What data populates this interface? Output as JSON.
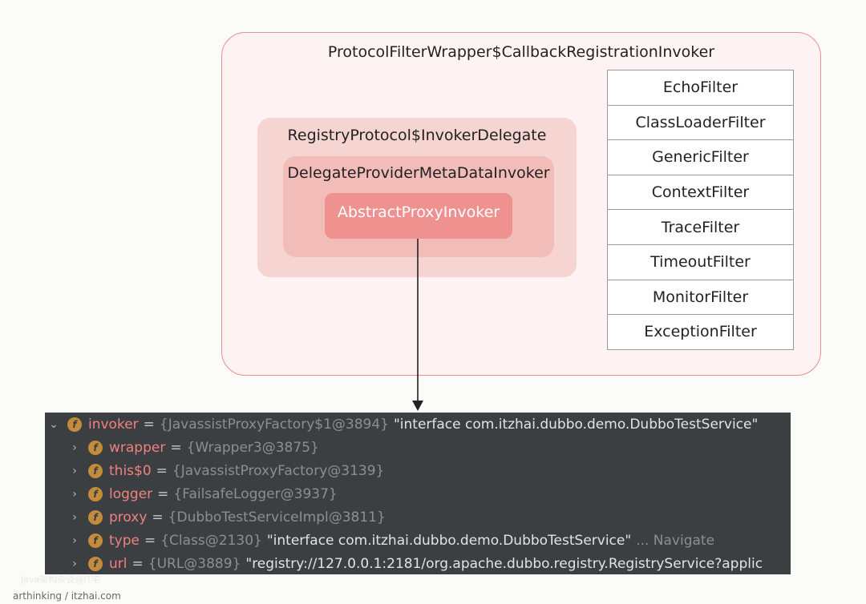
{
  "diagram": {
    "outer_title": "ProtocolFilterWrapper$CallbackRegistrationInvoker",
    "registry_title": "RegistryProtocol$InvokerDelegate",
    "delegate_title": "DelegateProviderMetaDataInvoker",
    "proxy_title": "AbstractProxyInvoker",
    "filters": [
      "EchoFilter",
      "ClassLoaderFilter",
      "GenericFilter",
      "ContextFilter",
      "TraceFilter",
      "TimeoutFilter",
      "MonitorFilter",
      "ExceptionFilter"
    ],
    "colors": {
      "outer_border": "#ef8c8c",
      "outer_fill": "#fdf3f2",
      "level1": "#f6d4d1",
      "level2": "#f2bdb9",
      "level3": "#ee918f"
    }
  },
  "debugger": {
    "rows": [
      {
        "expanded": true,
        "name": "invoker",
        "ref": "{JavassistProxyFactory$1@3894}",
        "str": "\"interface com.itzhai.dubbo.demo.DubboTestService\"",
        "nav": ""
      },
      {
        "expanded": false,
        "name": "wrapper",
        "ref": "{Wrapper3@3875}",
        "str": "",
        "nav": ""
      },
      {
        "expanded": false,
        "name": "this$0",
        "ref": "{JavassistProxyFactory@3139}",
        "str": "",
        "nav": ""
      },
      {
        "expanded": false,
        "name": "logger",
        "ref": "{FailsafeLogger@3937}",
        "str": "",
        "nav": ""
      },
      {
        "expanded": false,
        "name": "proxy",
        "ref": "{DubboTestServiceImpl@3811}",
        "str": "",
        "nav": ""
      },
      {
        "expanded": false,
        "name": "type",
        "ref": "{Class@2130}",
        "str": "\"interface com.itzhai.dubbo.demo.DubboTestService\"",
        "nav": "... Navigate"
      },
      {
        "expanded": false,
        "name": "url",
        "ref": "{URL@3889}",
        "str": "\"registry://127.0.0.1:2181/org.apache.dubbo.registry.RegistryService?applic",
        "nav": ""
      }
    ],
    "field_icon": "f",
    "eq": "="
  },
  "watermark": {
    "line1": "Java架构杂谈@IT宅",
    "line2": "arthinking / itzhai.com"
  }
}
